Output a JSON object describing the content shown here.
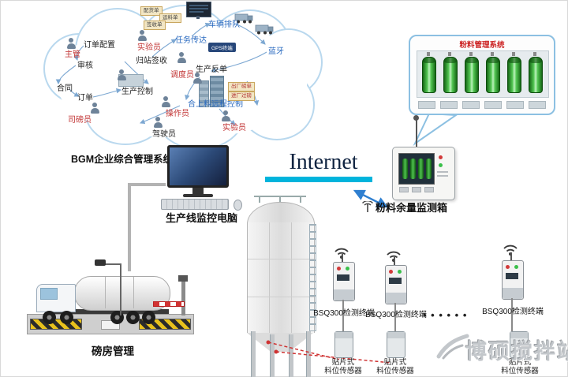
{
  "colors": {
    "accent_cyan": "#00b4dc",
    "red_label": "#c03030",
    "blue_label": "#2a6ac0",
    "cylinder_green": "#53c653"
  },
  "cloud": {
    "title": "BGM企业综合管理系统",
    "labels": [
      {
        "text": "订单配置"
      },
      {
        "text": "主管"
      },
      {
        "text": "审核"
      },
      {
        "text": "合同"
      },
      {
        "text": "订单"
      },
      {
        "text": "司磅员"
      },
      {
        "text": "实验员"
      },
      {
        "text": "归站签收"
      },
      {
        "text": "任务传达"
      },
      {
        "text": "车辆排队"
      },
      {
        "text": "蓝牙"
      },
      {
        "text": "调度员"
      },
      {
        "text": "生产反单"
      },
      {
        "text": "生产控制"
      },
      {
        "text": "操作员"
      },
      {
        "text": "合上料远程控制"
      },
      {
        "text": "实验员"
      },
      {
        "text": "驾驶员"
      }
    ],
    "doc_boxes": [
      {
        "text": "配货单"
      },
      {
        "text": "运料单"
      },
      {
        "text": "签收单"
      }
    ],
    "tags": [
      {
        "text": "出厂磅单"
      },
      {
        "text": "进厂过磅"
      },
      {
        "text": "GPS终端"
      }
    ]
  },
  "internet": {
    "label": "Internet"
  },
  "computer": {
    "label": "生产线监控电脑"
  },
  "powder_box": {
    "label": "粉料余量监测箱"
  },
  "bubble": {
    "title": "粉料管理系统"
  },
  "weighbridge": {
    "label": "磅房管理"
  },
  "terminals": {
    "items": [
      {
        "label": "BSQ300检测终端"
      },
      {
        "label": "BSQ300检测终端"
      },
      {
        "label": "BSQ300检测终端"
      }
    ],
    "dots": "• • • • • •"
  },
  "sensors": {
    "items": [
      {
        "line1": "贴片式",
        "line2": "料位传感器"
      },
      {
        "line1": "贴片式",
        "line2": "料位传感器"
      },
      {
        "line1": "贴片式",
        "line2": "料位传感器"
      }
    ]
  },
  "watermark": {
    "text": "博硕搅拌站"
  }
}
